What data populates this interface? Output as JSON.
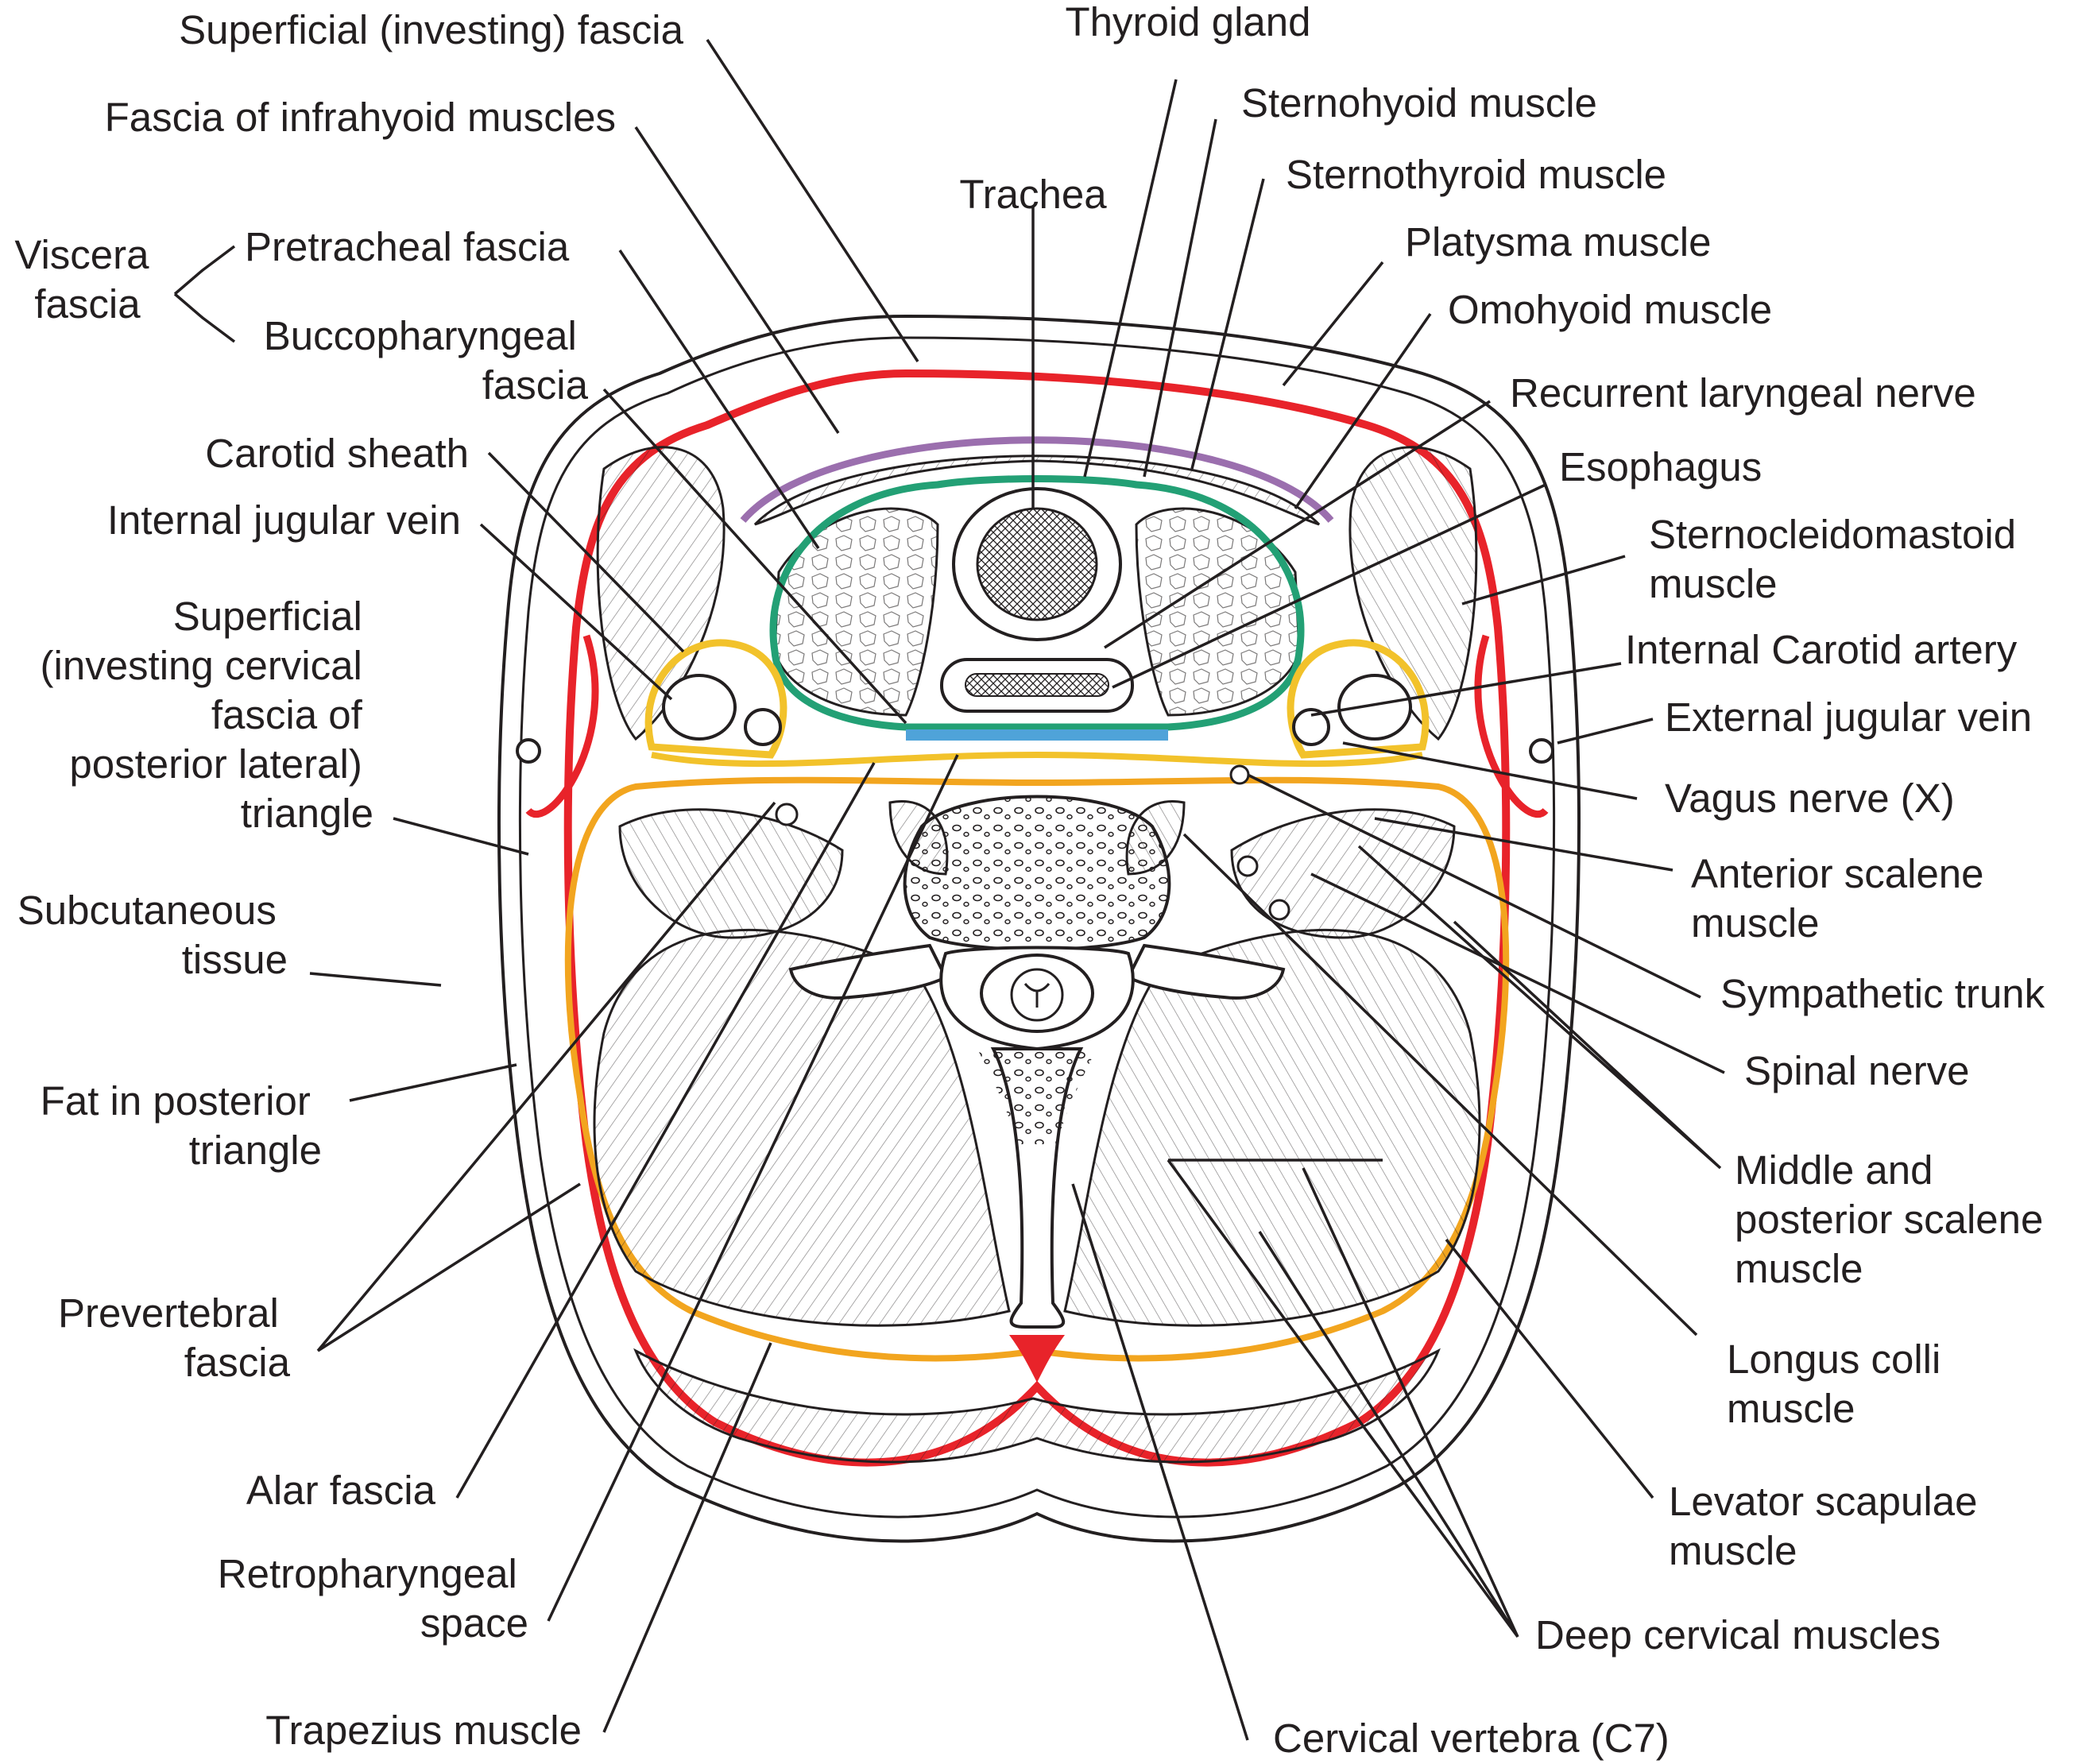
{
  "colors": {
    "superficial_fascia": "#e8232a",
    "infrahyoid_fascia": "#9b6fae",
    "pretracheal_fascia": "#23a075",
    "buccopharyngeal_fascia": "#4fa3d9",
    "carotid_sheath": "#f2c22b",
    "prevertebral_fascia": "#f2a51f",
    "line": "#231f20"
  },
  "labels": {
    "superficial_investing_fascia": "Superficial (investing) fascia",
    "fascia_infrahyoid": "Fascia of infrahyoid muscles",
    "viscera_fascia": [
      "Viscera",
      "fascia"
    ],
    "pretracheal_fascia": "Pretracheal fascia",
    "buccopharyngeal_fascia": [
      "Buccopharyngeal",
      "fascia"
    ],
    "carotid_sheath": "Carotid sheath",
    "internal_jugular_vein": "Internal jugular vein",
    "superficial_posterior_triangle": [
      "Superficial",
      "(investing cervical",
      "fascia of",
      "posterior lateral)",
      "triangle"
    ],
    "subcutaneous_tissue": [
      "Subcutaneous",
      "tissue"
    ],
    "fat_posterior_triangle": [
      "Fat in posterior",
      "triangle"
    ],
    "prevertebral_fascia": [
      "Prevertebral",
      "fascia"
    ],
    "alar_fascia": "Alar fascia",
    "retropharyngeal_space": [
      "Retropharyngeal",
      "space"
    ],
    "trapezius_muscle": "Trapezius muscle",
    "thyroid_gland": "Thyroid gland",
    "trachea": "Trachea",
    "sternohyoid_muscle": "Sternohyoid muscle",
    "sternothyroid_muscle": "Sternothyroid muscle",
    "platysma_muscle": "Platysma muscle",
    "omohyoid_muscle": "Omohyoid muscle",
    "recurrent_laryngeal_nerve": "Recurrent laryngeal nerve",
    "esophagus": "Esophagus",
    "sternocleidomastoid_muscle": [
      "Sternocleidomastoid",
      "muscle"
    ],
    "internal_carotid_artery": "Internal Carotid artery",
    "external_jugular_vein": "External jugular vein",
    "vagus_nerve": "Vagus nerve (X)",
    "anterior_scalene_muscle": [
      "Anterior scalene",
      "muscle"
    ],
    "sympathetic_trunk": "Sympathetic trunk",
    "spinal_nerve": "Spinal nerve",
    "middle_posterior_scalene": [
      "Middle and",
      "posterior scalene",
      "muscle"
    ],
    "longus_colli_muscle": [
      "Longus colli",
      "muscle"
    ],
    "levator_scapulae_muscle": [
      "Levator scapulae",
      "muscle"
    ],
    "deep_cervical_muscles": "Deep cervical muscles",
    "cervical_vertebra": "Cervical vertebra (C7)"
  }
}
